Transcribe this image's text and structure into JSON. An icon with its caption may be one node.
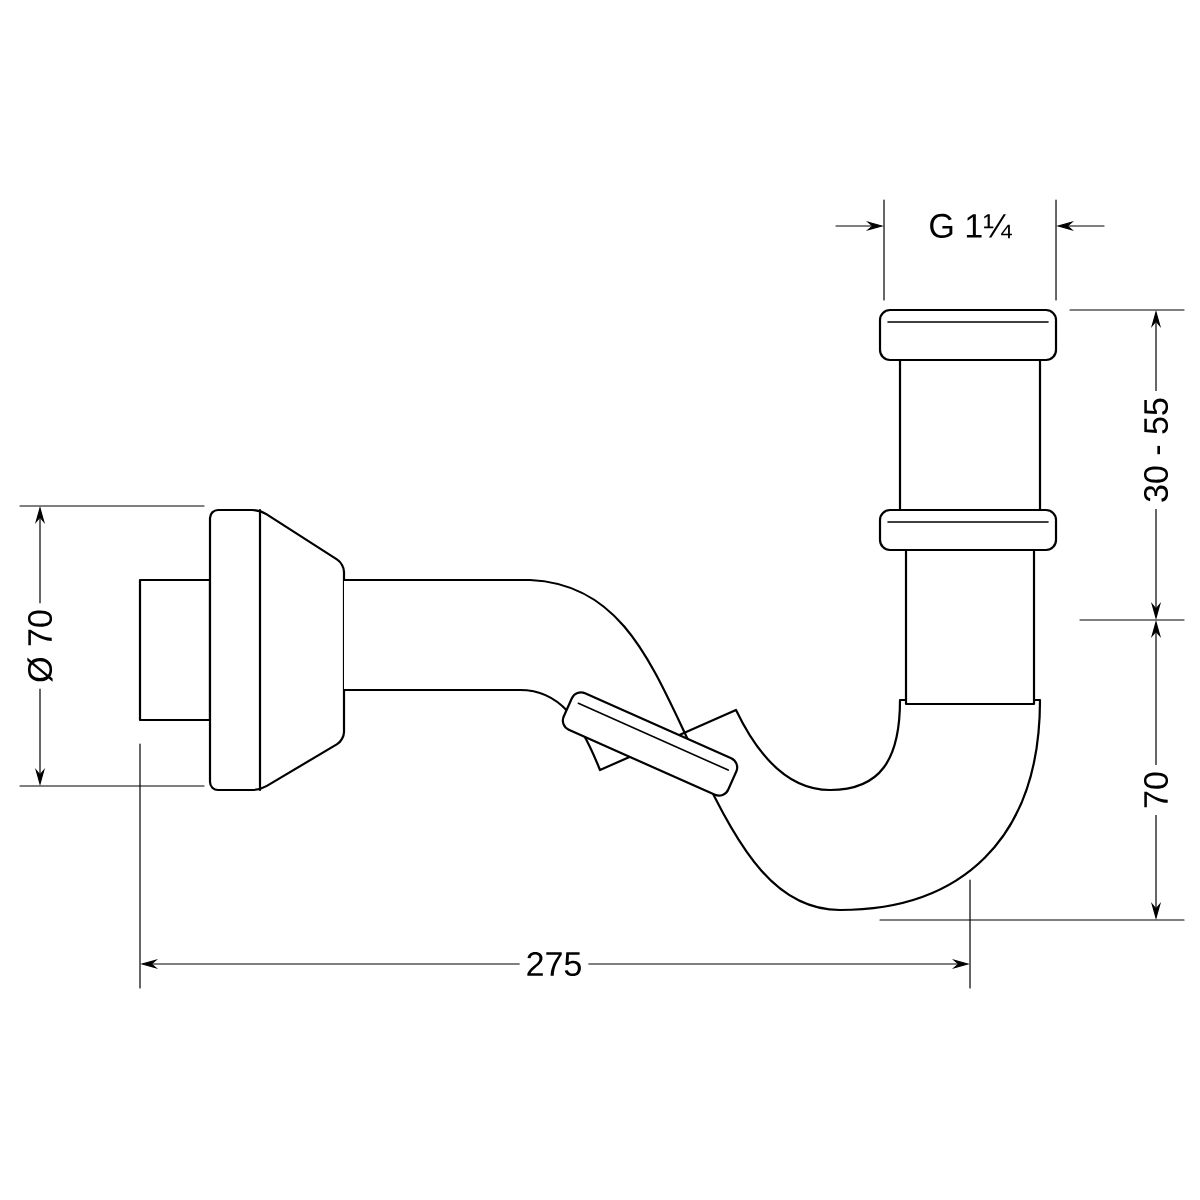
{
  "diagram": {
    "labels": [
      "G 1¼",
      "30 - 55",
      "Ø 70",
      "70",
      "275"
    ]
  }
}
